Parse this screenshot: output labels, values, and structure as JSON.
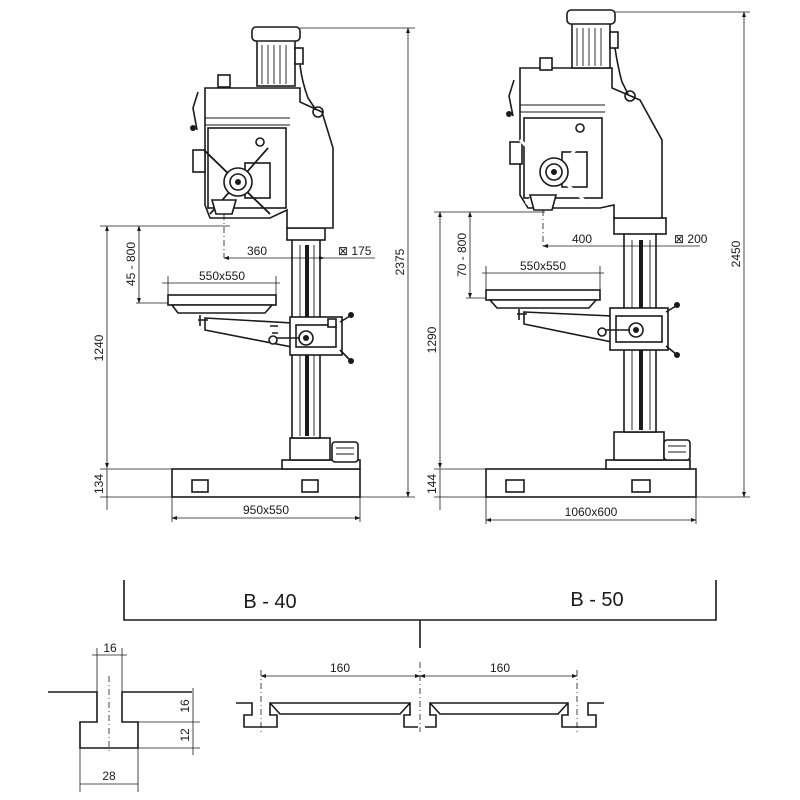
{
  "left_machine": {
    "height_2375": "2375",
    "reach_360": "360",
    "spindle_175": "⊠ 175",
    "stroke_45_800": "45 - 800",
    "table_550": "550x550",
    "height_1240": "1240",
    "base_134": "134",
    "base_950": "950x550"
  },
  "right_machine": {
    "height_2450": "2450",
    "reach_400": "400",
    "spindle_200": "⊠ 200",
    "stroke_70_800": "70 - 800",
    "table_550": "550x550",
    "height_1290": "1290",
    "base_144": "144",
    "base_1060": "1060x600"
  },
  "bracket": {
    "left_label": "B - 40",
    "right_label": "B - 50"
  },
  "tslot": {
    "top_width": "16",
    "depth_16": "16",
    "depth_12": "12",
    "bottom_width": "28"
  },
  "table_section": {
    "pitch_left": "160",
    "pitch_right": "160"
  }
}
